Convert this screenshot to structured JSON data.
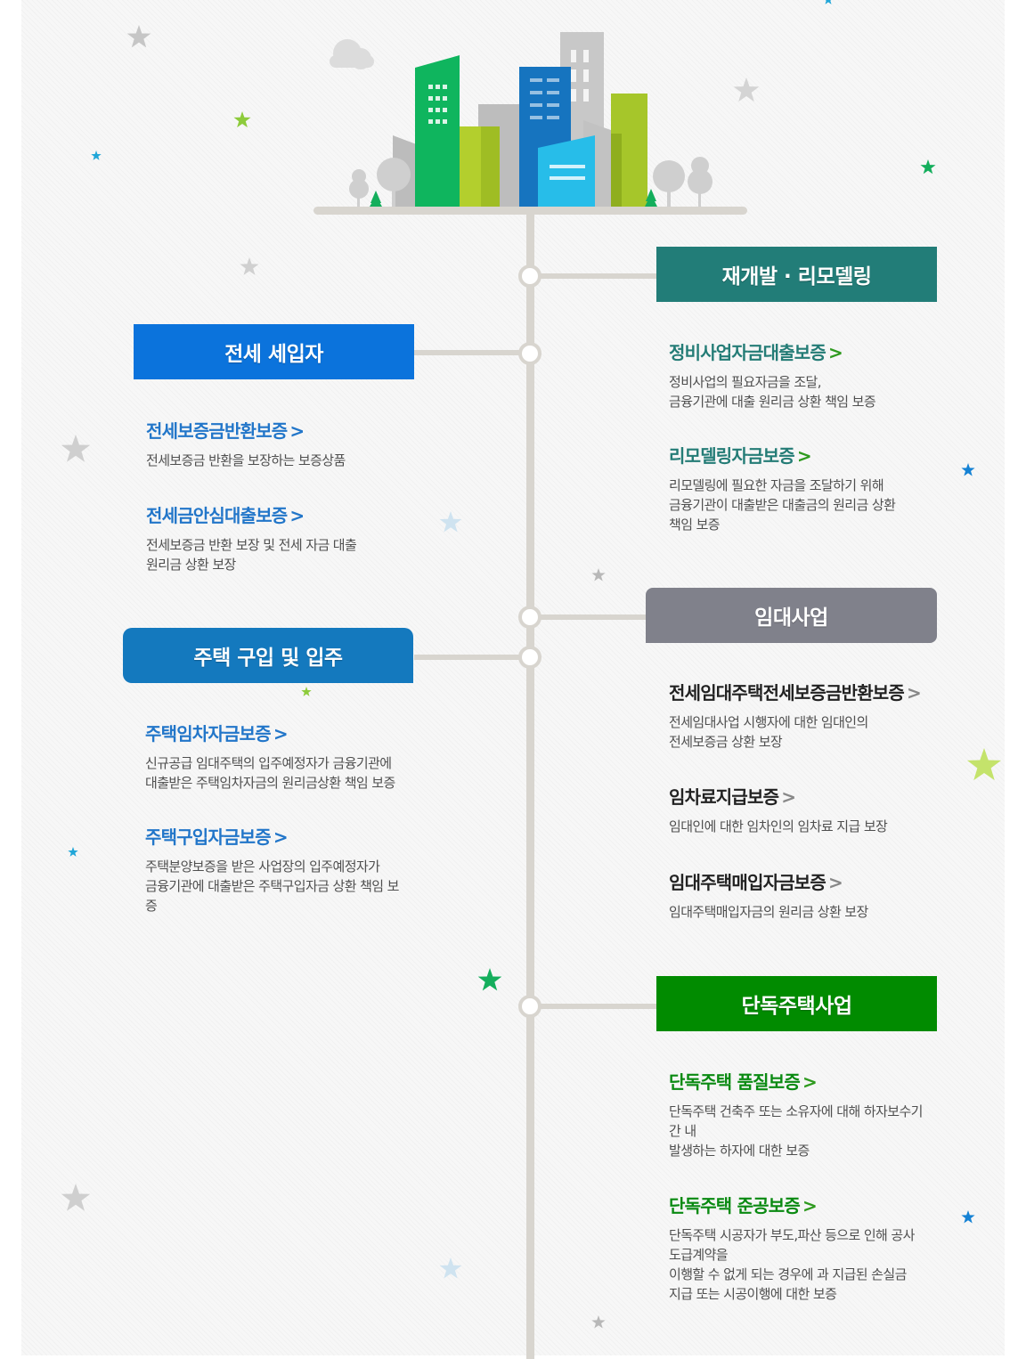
{
  "colors": {
    "jeonse_header": "#0b73dc",
    "purchase_header": "#1479be",
    "redevelopment_header": "#227d78",
    "rental_header": "#80818b",
    "house_header": "#018b00",
    "timeline": "#d8d5cf"
  },
  "illustration": {
    "icon": "city-buildings-icon"
  },
  "categories": {
    "jeonse": {
      "title": "전세 세입자",
      "items": [
        {
          "title": "전세보증금반환보증",
          "arrow": ">",
          "desc": [
            "전세보증금 반환을 보장하는 보증상품"
          ]
        },
        {
          "title": "전세금안심대출보증",
          "arrow": ">",
          "desc": [
            "전세보증금 반환 보장 및 전세 자금 대출",
            "원리금 상환 보장"
          ]
        }
      ]
    },
    "purchase": {
      "title": "주택 구입 및 입주",
      "items": [
        {
          "title": "주택임차자금보증",
          "arrow": ">",
          "desc": [
            "신규공급 임대주택의 입주예정자가 금융기관에",
            "대출받은 주택임차자금의 원리금상환 책임 보증"
          ]
        },
        {
          "title": "주택구입자금보증",
          "arrow": ">",
          "desc": [
            "주택분양보증을 받은 사업장의 입주예정자가",
            "금융기관에 대출받은 주택구입자금 상환 책임 보",
            "증"
          ]
        }
      ]
    },
    "redevelopment": {
      "title": "재개발 · 리모델링",
      "items": [
        {
          "title": "정비사업자금대출보증",
          "arrow": ">",
          "desc": [
            "정비사업의 필요자금을 조달,",
            "금융기관에 대출 원리금 상환 책임 보증"
          ]
        },
        {
          "title": "리모델링자금보증",
          "arrow": ">",
          "desc": [
            "리모델링에 필요한 자금을 조달하기 위해",
            "금융기관이 대출받은 대출금의 원리금 상환",
            "책임 보증"
          ]
        }
      ]
    },
    "rental": {
      "title": "임대사업",
      "items": [
        {
          "title": "전세임대주택전세보증금반환보증",
          "arrow": ">",
          "desc": [
            "전세임대사업 시행자에 대한 임대인의",
            "전세보증금 상환 보장"
          ]
        },
        {
          "title": "임차료지급보증",
          "arrow": ">",
          "desc": [
            "임대인에 대한 임차인의 임차료 지급 보장"
          ]
        },
        {
          "title": "임대주택매입자금보증",
          "arrow": ">",
          "desc": [
            "임대주택매입자금의 원리금 상환 보장"
          ]
        }
      ]
    },
    "house": {
      "title": "단독주택사업",
      "items": [
        {
          "title": "단독주택 품질보증",
          "arrow": ">",
          "desc": [
            "단독주택 건축주 또는 소유자에 대해 하자보수기",
            "간 내",
            "발생하는 하자에 대한 보증"
          ]
        },
        {
          "title": "단독주택 준공보증",
          "arrow": ">",
          "desc": [
            "단독주택 시공자가 부도,파산 등으로 인해 공사",
            "도급계약을",
            "이행할 수 없게 되는 경우에 과 지급된 손실금",
            "지급 또는 시공이행에 대한 보증"
          ]
        }
      ]
    }
  }
}
